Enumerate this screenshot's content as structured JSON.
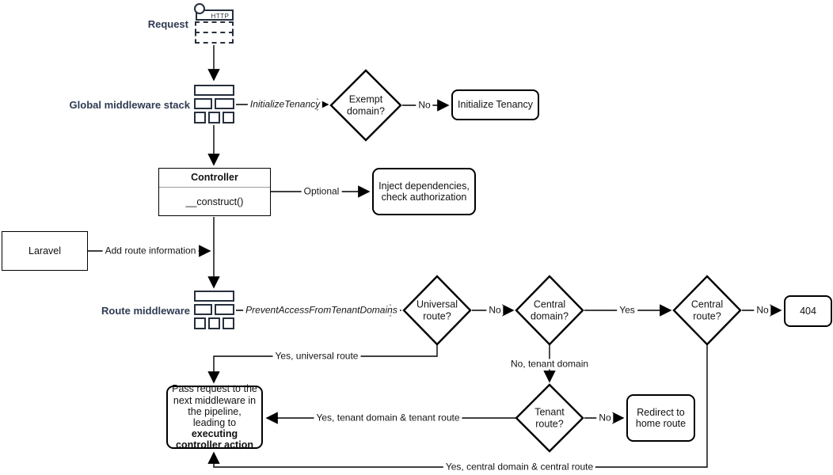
{
  "colors": {
    "icon_navy": "#262f3d",
    "label_navy": "#2f3b52",
    "shape_stroke": "#000000",
    "background": "#ffffff"
  },
  "labels": {
    "request": "Request",
    "global_middleware": "Global middleware stack",
    "route_middleware": "Route middleware"
  },
  "icons": {
    "http": "HTTP"
  },
  "nodes": {
    "exempt_domain": "Exempt domain?",
    "initialize_tenancy": "Initialize Tenancy",
    "controller_title": "Controller",
    "controller_method": "__construct()",
    "inject_dependencies": "Inject dependencies, check authorization",
    "laravel": "Laravel",
    "universal_route": "Universal route?",
    "central_domain": "Central domain?",
    "central_route": "Central route?",
    "not_found": "404",
    "tenant_route": "Tenant route?",
    "redirect_home": "Redirect to home route",
    "pass_request_text": "Pass request to the next middleware in the pipeline, leading to ",
    "pass_request_bold": "executing controller action"
  },
  "edges": {
    "initialize_tenancy_mw": "InitializeTenancy",
    "no_exempt": "No",
    "optional": "Optional",
    "add_route_information": "Add route information",
    "prevent_access": "PreventAccessFromTenantDomains",
    "no_universal": "No",
    "yes_central_domain": "Yes",
    "no_central_route": "No",
    "yes_universal_route": "Yes, universal route",
    "no_tenant_domain": "No, tenant domain",
    "no_tenant_route": "No",
    "yes_tenant": "Yes, tenant domain & tenant route",
    "yes_central": "Yes, central domain & central route"
  }
}
